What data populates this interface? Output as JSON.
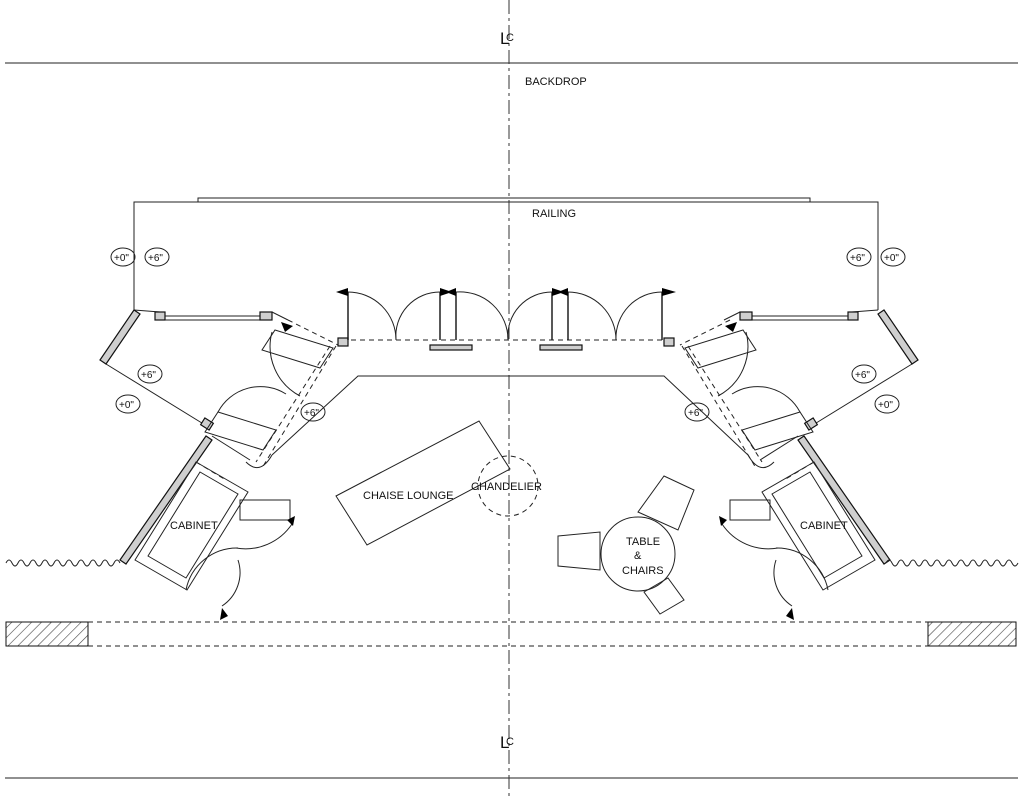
{
  "labels": {
    "backdrop": "BACKDROP",
    "railing": "RAILING",
    "chaise": "CHAISE LOUNGE",
    "chandelier": "CHANDELIER",
    "table_line1": "TABLE",
    "table_line2": "&",
    "table_line3": "CHAIRS",
    "cabinet_left": "CABINET",
    "cabinet_right": "CABINET"
  },
  "centerline": {
    "symbol_l": "L",
    "symbol_c": "C"
  },
  "elevations": {
    "platform_left_outer": "+0\"",
    "platform_left_inner": "+6\"",
    "platform_right_inner": "+6\"",
    "platform_right_outer": "+0\"",
    "wing_left_inner": "+6\"",
    "wing_left_outer": "+0\"",
    "wing_right_inner": "+6\"",
    "wing_right_outer": "+0\"",
    "ramp_left": "+6\"",
    "ramp_right": "+6\""
  }
}
